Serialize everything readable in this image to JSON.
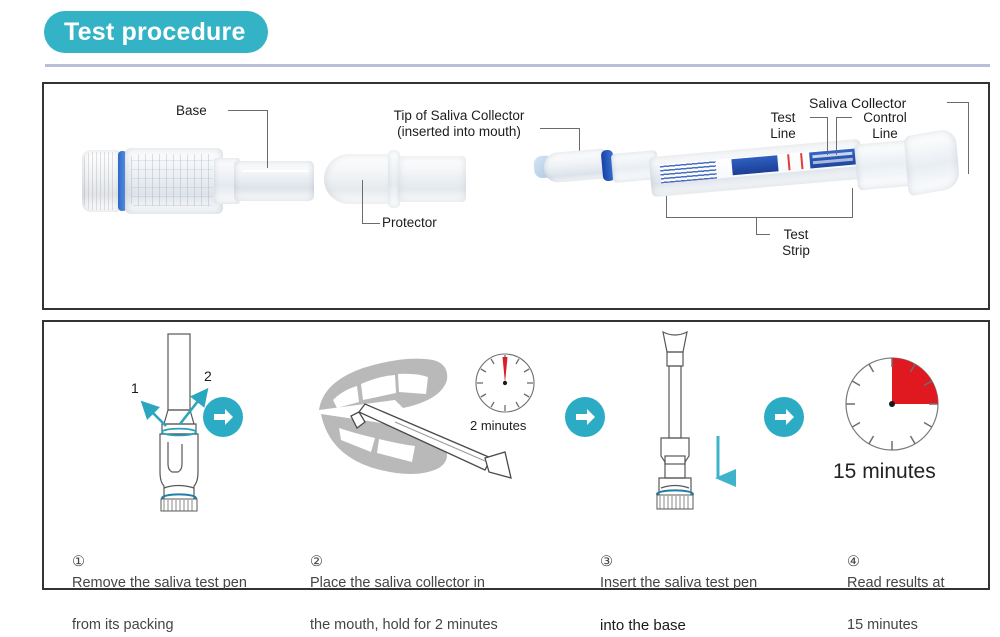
{
  "header": {
    "title": "Test procedure",
    "accent_color": "#35b3c6",
    "rule_color": "#b9bfd8"
  },
  "diagram_panel": {
    "name": "components-diagram",
    "labels": [
      {
        "id": "base",
        "text": "Base"
      },
      {
        "id": "tip-of-saliva-collector",
        "text": "Tip of Saliva Collector\n(inserted into mouth)"
      },
      {
        "id": "protector",
        "text": "Protector"
      },
      {
        "id": "test-line",
        "text": "Test\nLine"
      },
      {
        "id": "control-line",
        "text": "Control\nLine"
      },
      {
        "id": "saliva-collector",
        "text": "Saliva Collector"
      },
      {
        "id": "test-strip",
        "text": "Test\nStrip"
      }
    ]
  },
  "procedure_panel": {
    "name": "procedure-steps",
    "separator_color": "#2bacc4",
    "steps": [
      {
        "id": "step-1",
        "number": "①",
        "caption_line1": "Remove the saliva test pen",
        "caption_line2": "from its packing",
        "arrow_labels": [
          "1",
          "2"
        ]
      },
      {
        "id": "step-2",
        "number": "②",
        "caption_line1": "Place the saliva collector in",
        "caption_line2": "the mouth, hold for 2 minutes",
        "timer_label": "2 minutes",
        "timer_color": "#d81f26"
      },
      {
        "id": "step-3",
        "number": "③",
        "caption_line1": "Insert the saliva test pen",
        "caption_line2": "into the base"
      },
      {
        "id": "step-4",
        "number": "④",
        "caption_line1": "Read results at",
        "caption_line2": "15 minutes",
        "timer_label": "15 minutes",
        "timer_color": "#e0181f"
      }
    ]
  }
}
